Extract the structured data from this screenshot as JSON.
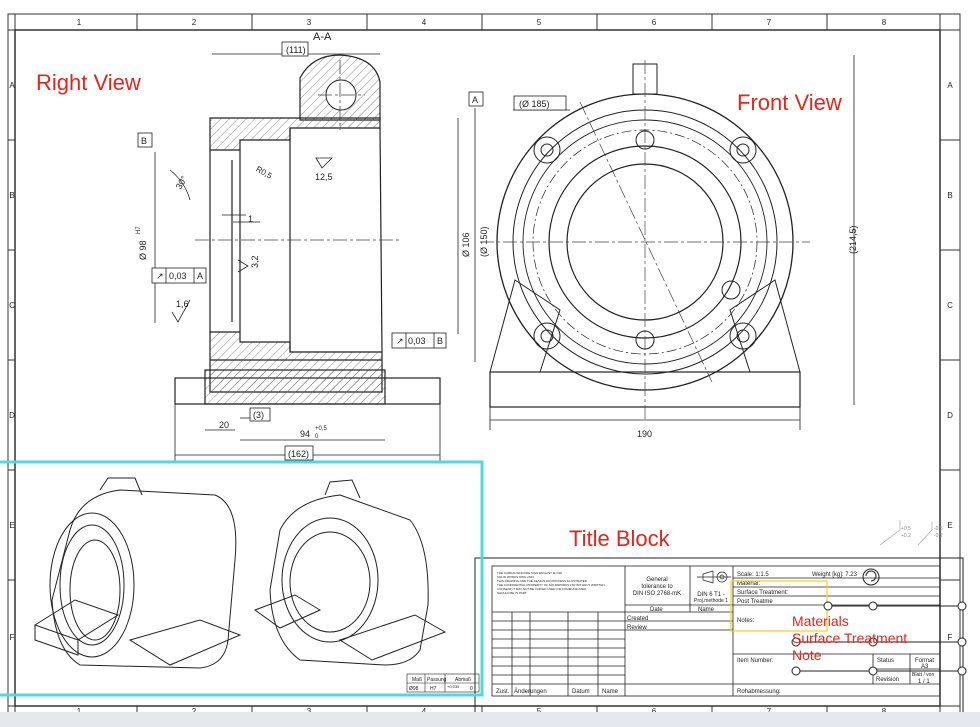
{
  "sheet": {
    "columns": [
      "1",
      "2",
      "3",
      "4",
      "5",
      "6",
      "7",
      "8"
    ],
    "rows": [
      "A",
      "B",
      "C",
      "D",
      "E",
      "F"
    ]
  },
  "annotations": {
    "right_view": "Right View",
    "front_view": "Front View",
    "title_block": "Title Block",
    "materials": "Materials",
    "surface_treatment": "Surface Treatment",
    "note": "Note",
    "highlight_color": "#4fd8df",
    "annotation_color": "#e8231a"
  },
  "section_view": {
    "label": "A-A",
    "dims": {
      "top_width": "(111)",
      "chamfer_angle": "30°",
      "radius": "R0,5",
      "roughness_1": "12,5",
      "roughness_2": "3,2",
      "roughness_3": "1,6",
      "groove": "1",
      "bore": "Ø 98",
      "bore_fit": "H7",
      "inner_dia": "Ø 106",
      "outer_dia": "(Ø 150)",
      "shoulder": "(3)",
      "flange": "20",
      "length": "94",
      "length_tol_upper": "+0,5",
      "length_tol_lower": "0",
      "overall": "(162)",
      "runout_1": "0,03",
      "runout_1_ref": "A",
      "runout_2": "0,03",
      "runout_2_ref": "B",
      "datum_a": "A",
      "datum_b": "B"
    }
  },
  "front_view": {
    "dims": {
      "bolt_circle": "(Ø 185)",
      "height": "(214,5)",
      "width": "190"
    }
  },
  "fit_table": {
    "headers": [
      "Maß",
      "Passung",
      "Abmaß"
    ],
    "row": [
      "Ø98",
      "H7",
      "+0,035",
      "0"
    ]
  },
  "tol_symbol": {
    "upper": "+0,5",
    "lower": "+0,2",
    "upper2": "-0,5",
    "lower2": "-0,2"
  },
  "title_block": {
    "copyright_lines": [
      "THE CARDAN ENCODE SIGN ENGLIST IE C00",
      "SOLID WORKS DWG 2023",
      "THIS DRAWING AND THE DESIGN OR PROCESS ILLUSTRATED",
      "THE CONFIDENTIAL PROPERTY OF SOLIDWORKS LTD WITHOUT WRITTEN",
      "CONSENT IT MAY NOT BE COPIED USED OR COMMUNICATED",
      "SHOULD BE IN PART"
    ],
    "general_tolerance": [
      "General",
      "tolerance to",
      "DIN ISO 2768-mK"
    ],
    "projection": [
      "DIN 6  T1 -",
      "Proj.methode 1"
    ],
    "date_label": "Date",
    "name_label": "Name",
    "created_label": "Created",
    "review_label": "Review",
    "scale": "Scale: 1:1.5",
    "weight": "Weight [kg]: 7.23",
    "material": "Material:",
    "surface_treatment": "Surface Treatment:",
    "post_treatment": "Post Treatme",
    "notes": "Notes:",
    "item_number": "Item Number:",
    "status": "Status",
    "format_label": "Format",
    "format_value": "A3",
    "revision": "Revision",
    "sheet_label": "Blatt / von",
    "sheet_value": "1 / 1",
    "rohabmessung": "Rohabmessung:",
    "revision_cols": [
      "Zust.",
      "Änderungen",
      "Datum",
      "Name"
    ]
  }
}
